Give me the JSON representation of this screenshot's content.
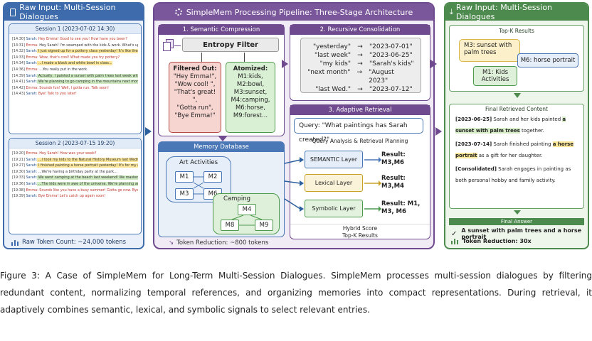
{
  "left": {
    "title": "Raw Input: Multi-Session Dialogues",
    "session1": {
      "title": "Session 1 (2023-07-02 14:30)",
      "lines": [
        {
          "ts": "[14:30]",
          "sp": "Sarah:",
          "t": " Hey Emma! Good to see you! How have you been?",
          "hl": "r"
        },
        {
          "ts": "[14:31]",
          "sp": "Emma:",
          "t": " Hey Sarah! I'm swamped with the kids & work. What's up with you?",
          "hl": ""
        },
        {
          "ts": "[14:32]",
          "sp": "Sarah:",
          "t": " I just signed up for a pottery class yesterday! It's like therapy for me.",
          "hl": "y"
        },
        {
          "ts": "[14:33]",
          "sp": "Emma:",
          "t": " Wow, that's cool! What made you try pottery?",
          "hl": "r"
        },
        {
          "ts": "[14:34]",
          "sp": "Sarah:",
          "t": " ...I made a black and white bowl in class...",
          "hl": "y"
        },
        {
          "ts": "[14:36]",
          "sp": "Emma:",
          "t": " ...You really put in the work.",
          "hl": ""
        },
        {
          "ts": "[14:39]",
          "sp": "Sarah:",
          "t": " Actually, I painted a sunset with palm trees last week with my kids...",
          "hl": "g"
        },
        {
          "ts": "[14:41]",
          "sp": "Sarah:",
          "t": " We're planning to go camping in the mountains next month.",
          "hl": "g"
        },
        {
          "ts": "[14:42]",
          "sp": "Emma:",
          "t": " Sounds fun! Well, I gotta run. Talk soon!",
          "hl": "r"
        },
        {
          "ts": "[14:43]",
          "sp": "Sarah:",
          "t": " Bye! Talk to you later!",
          "hl": "r"
        }
      ]
    },
    "session2": {
      "title": "Session 2 (2023-07-15 19:20)",
      "lines": [
        {
          "ts": "[19:20]",
          "sp": "Emma:",
          "t": " Hey Sarah! How was your week?",
          "hl": "r"
        },
        {
          "ts": "[19:21]",
          "sp": "Sarah:",
          "t": " ...I took my kids to the Natural History Museum last Wednesday. They loved the dinosaur exhibit!",
          "hl": "y"
        },
        {
          "ts": "[19:27]",
          "sp": "Sarah:",
          "t": " I finished painting a horse portrait yesterday! It's for my daughter's room - she's turning 8 next month on August 13th.",
          "hl": "y"
        },
        {
          "ts": "[19:30]",
          "sp": "Sarah:",
          "t": " ...We're having a birthday party at the park...",
          "hl": ""
        },
        {
          "ts": "[19:33]",
          "sp": "Sarah:",
          "t": " We went camping at the beach last weekend! We roasted marshmallows, told stories around the campfire, and even saw shooting stars!",
          "hl": "g"
        },
        {
          "ts": "[19:36]",
          "sp": "Sarah:",
          "t": " ...The kids were in awe of the universe. We're planning another camping trip to the forest in September.",
          "hl": "g"
        },
        {
          "ts": "[19:38]",
          "sp": "Emma:",
          "t": " Sounds like you have a busy summer! Gotta go now. Bye!",
          "hl": "r"
        },
        {
          "ts": "[19:39]",
          "sp": "Sarah:",
          "t": " Bye Emma! Let's catch up again soon!",
          "hl": "r"
        }
      ]
    },
    "token_count": "Raw Token Count: ~24,000 tokens"
  },
  "middle": {
    "title": "SimpleMem Processing Pipeline: Three-Stage Architecture",
    "semantic": {
      "title": "1. Semantic Compression",
      "entropy": "Entropy Filter",
      "filtered_title": "Filtered Out:",
      "filtered": [
        "\"Hey Emma!\",",
        "\"Wow cool! \",",
        "\"That's great! \",",
        "\"Gotta run\",",
        "\"Bye Emma!\""
      ],
      "atomized_title": "Atomized:",
      "atomized": [
        "M1:kids,",
        "M2:bowl,",
        "M3:sunset,",
        "M4:camping,",
        "M6:horse,",
        "M9:forest..."
      ]
    },
    "recursive": {
      "title": "2. Recursive Consolidation",
      "map": [
        {
          "from": "\"yesterday\"",
          "to": "\"2023-07-01\""
        },
        {
          "from": "\"last week\"",
          "to": "\"2023-06-25\""
        },
        {
          "from": "\"my kids\"",
          "to": "\"Sarah's kids\""
        },
        {
          "from": "\"next month\"",
          "to": "\"August 2023\""
        },
        {
          "from": "\"last Wed.\"",
          "to": "\"2023-07-12\""
        }
      ],
      "arrow": "→"
    },
    "retrieval": {
      "title": "3. Adaptive Retrieval",
      "query": "Query: \"What paintings has Sarah created?\"",
      "analysis": "Query Analysis & Retrieval Planning",
      "layers": [
        {
          "name": "SEMANTIC Layer",
          "color": "#4a77b5",
          "bg": "#e6eef9",
          "result_label": "Result:",
          "result": "M3,M6"
        },
        {
          "name": "Lexical Layer",
          "color": "#c9a227",
          "bg": "#fbf3d9",
          "result_label": "Result:",
          "result": "M3,M4"
        },
        {
          "name": "Symbolic Layer",
          "color": "#4d9a4d",
          "bg": "#e3f2df",
          "result_label": "Result: M1,",
          "result": "M3, M6"
        }
      ],
      "hybrid": "Hybrid Score",
      "topk": "Top-K Results"
    },
    "memory": {
      "title": "Memory Database",
      "art": "Art Activities",
      "camping": "Camping",
      "nodes": [
        "M1",
        "M2",
        "M3",
        "M6",
        "M4",
        "M8",
        "M9"
      ]
    },
    "token_reduction": "Token Reduction: ~800 tokens"
  },
  "right": {
    "title": "Raw Input: Multi-Session Dialogues",
    "topk_title": "Top-K Results",
    "m3": "M3: sunset with palm trees",
    "m6": "M6: horse portrait",
    "m1": "M1: Kids Activities",
    "final_retrieved_title": "Final Retrieved Content",
    "items": [
      {
        "tag": "[2023-06-25]",
        "text1": " Sarah and her kids painted ",
        "hl": "a sunset with palm trees",
        "text2": " together."
      },
      {
        "tag": "[2023-07-14]",
        "text1": " Sarah finished painting ",
        "hl": "a horse portrait",
        "text2": " as a gift for her daughter."
      },
      {
        "tag": "[Consolidated]",
        "text1": " Sarah engages in painting as both personal hobby and family activity.",
        "hl": "",
        "text2": ""
      }
    ],
    "final_answer_title": "Final Answer",
    "answer": "A sunset with palm trees and a horse portrait",
    "reduction": "Token Reduction: 30x"
  },
  "caption": "Figure 3: A Case of SimpleMem for Long-Term Multi-Session Dialogues. SimpleMem processes multi-session dialogues by filtering redundant content, normalizing temporal references, and organizing memories into compact representations. During retrieval, it adaptively combines semantic, lexical, and symbolic signals to select relevant entries."
}
